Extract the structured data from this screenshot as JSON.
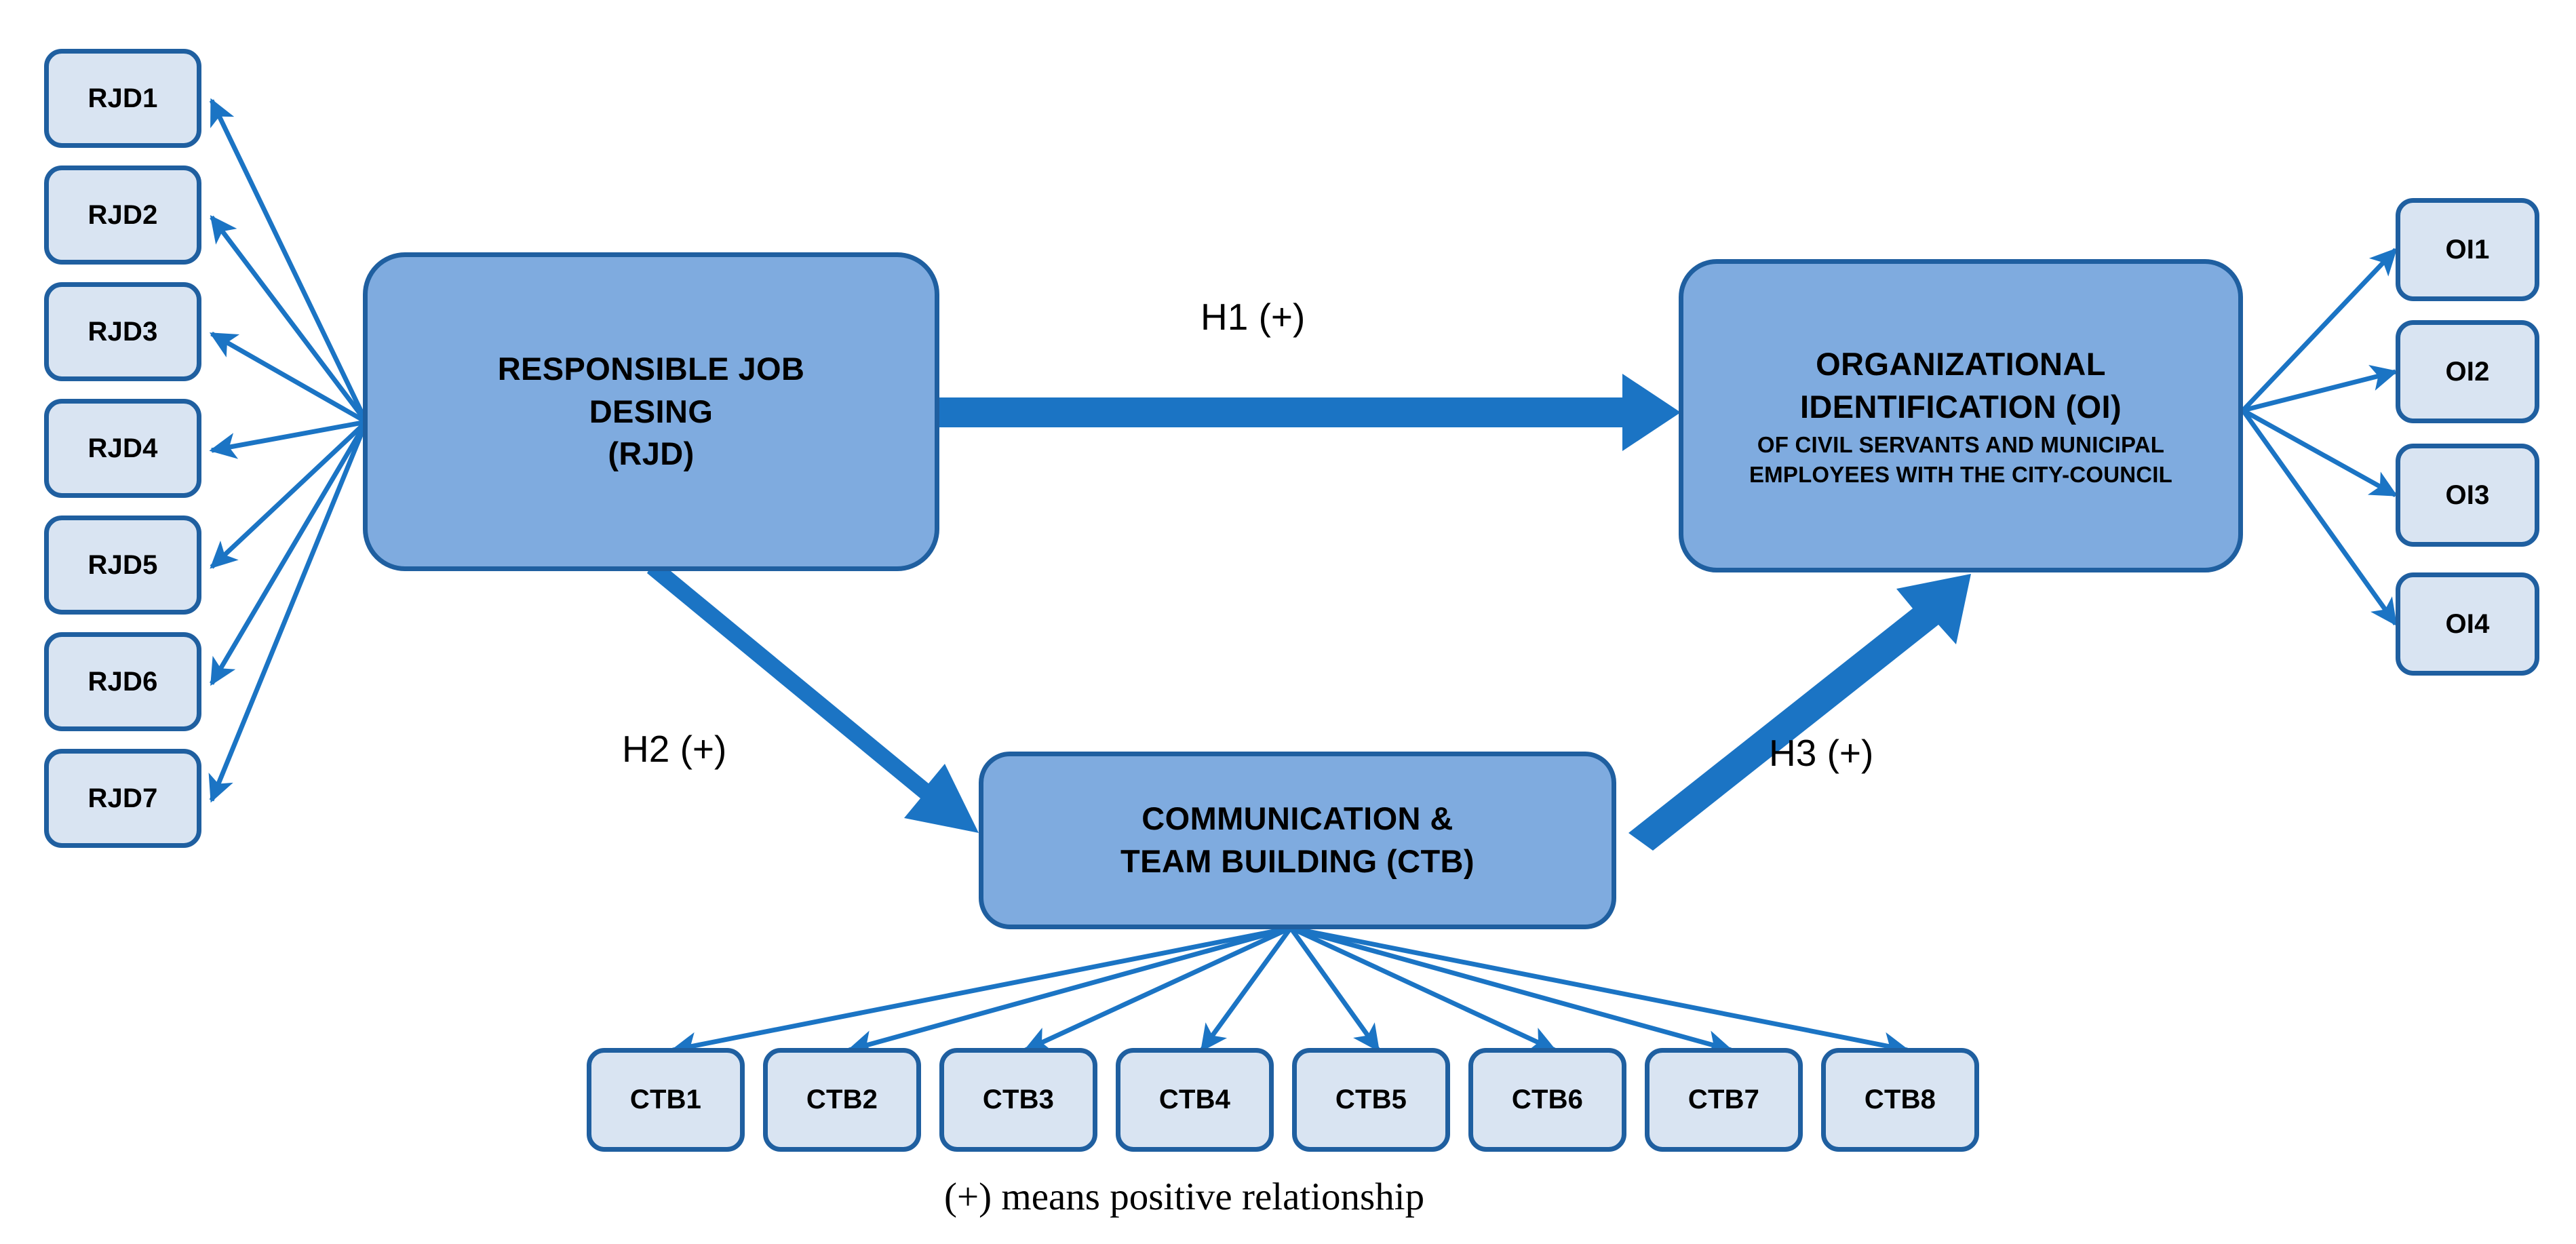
{
  "figure": {
    "type": "conceptual-research-model-diagram",
    "caption": "(+) means positive relationship",
    "colors": {
      "construct_fill": "#7FABDF",
      "indicator_fill": "#D9E4F2",
      "border": "#1F5FA0",
      "arrow": "#1B74C4",
      "thin_arrow": "#1B74C4",
      "text": "#000000",
      "background": "#FFFFFF"
    }
  },
  "constructs": {
    "rjd": {
      "line1": "RESPONSIBLE JOB",
      "line2": "DESING",
      "line3": "(RJD)"
    },
    "oi": {
      "line1": "ORGANIZATIONAL",
      "line2": "IDENTIFICATION  (OI)",
      "sub1": "OF CIVIL SERVANTS AND MUNICIPAL",
      "sub2": "EMPLOYEES WITH THE CITY-COUNCIL"
    },
    "ctb": {
      "line1": "COMMUNICATION &",
      "line2": "TEAM BUILDING (CTB)"
    }
  },
  "indicators": {
    "rjd": [
      "RJD1",
      "RJD2",
      "RJD3",
      "RJD4",
      "RJD5",
      "RJD6",
      "RJD7"
    ],
    "oi": [
      "OI1",
      "OI2",
      "OI3",
      "OI4"
    ],
    "ctb": [
      "CTB1",
      "CTB2",
      "CTB3",
      "CTB4",
      "CTB5",
      "CTB6",
      "CTB7",
      "CTB8"
    ]
  },
  "hypotheses": [
    {
      "id": "h1",
      "label": "H1 (+)",
      "from": "RJD",
      "to": "OI",
      "sign": "+"
    },
    {
      "id": "h2",
      "label": "H2 (+)",
      "from": "RJD",
      "to": "CTB",
      "sign": "+"
    },
    {
      "id": "h3",
      "label": "H3 (+)",
      "from": "CTB",
      "to": "OI",
      "sign": "+"
    }
  ]
}
